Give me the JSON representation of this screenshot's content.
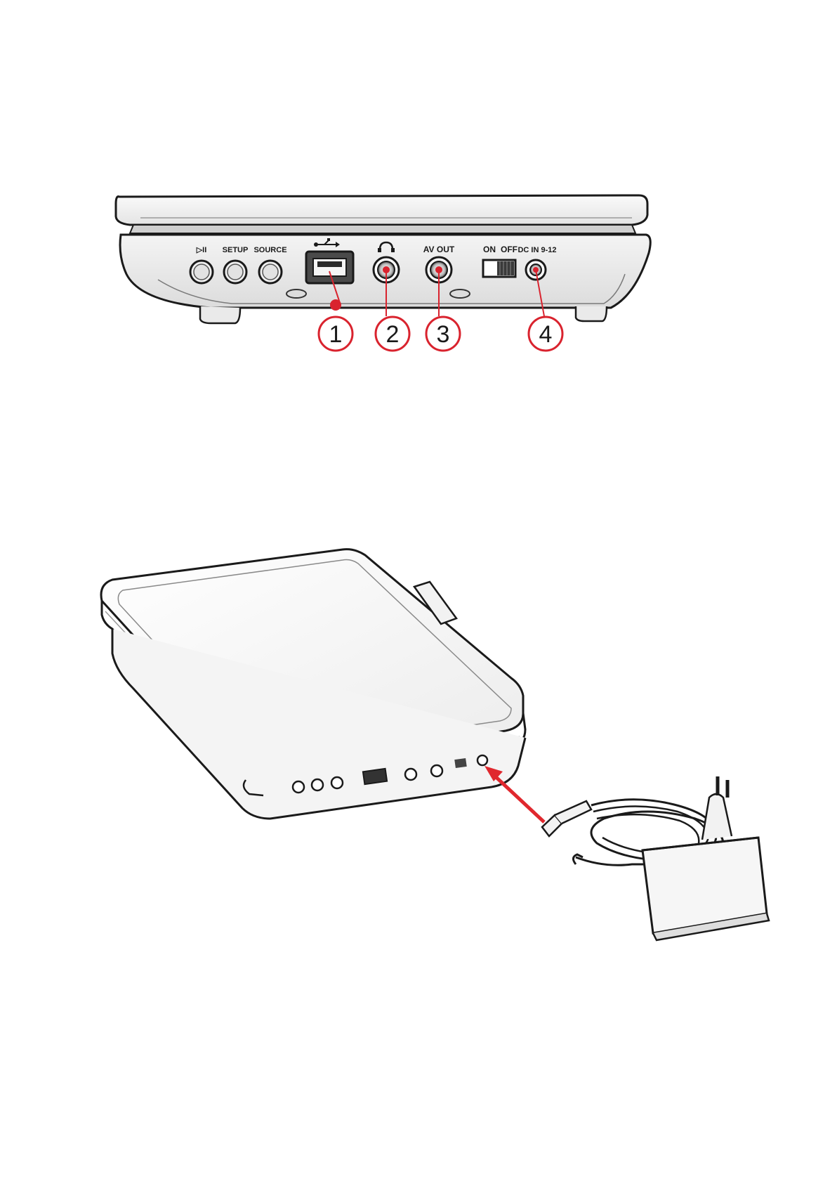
{
  "side_panel": {
    "button_labels": [
      "▷II",
      "SETUP",
      "SOURCE"
    ],
    "usb_symbol": "usb-icon",
    "headphone_symbol": "headphone-icon",
    "av_out_label": "AV OUT",
    "switch_labels": [
      "ON",
      "OFF"
    ],
    "dc_in_label": "DC IN 9-12",
    "callouts": [
      "1",
      "2",
      "3",
      "4"
    ]
  },
  "connection": {
    "arrow_color": "#e0282e",
    "adapter": "power-adapter-icon",
    "device": "portable-dvd-player-icon"
  },
  "colors": {
    "callout": "#d9232e",
    "line": "#1a1a1a"
  }
}
